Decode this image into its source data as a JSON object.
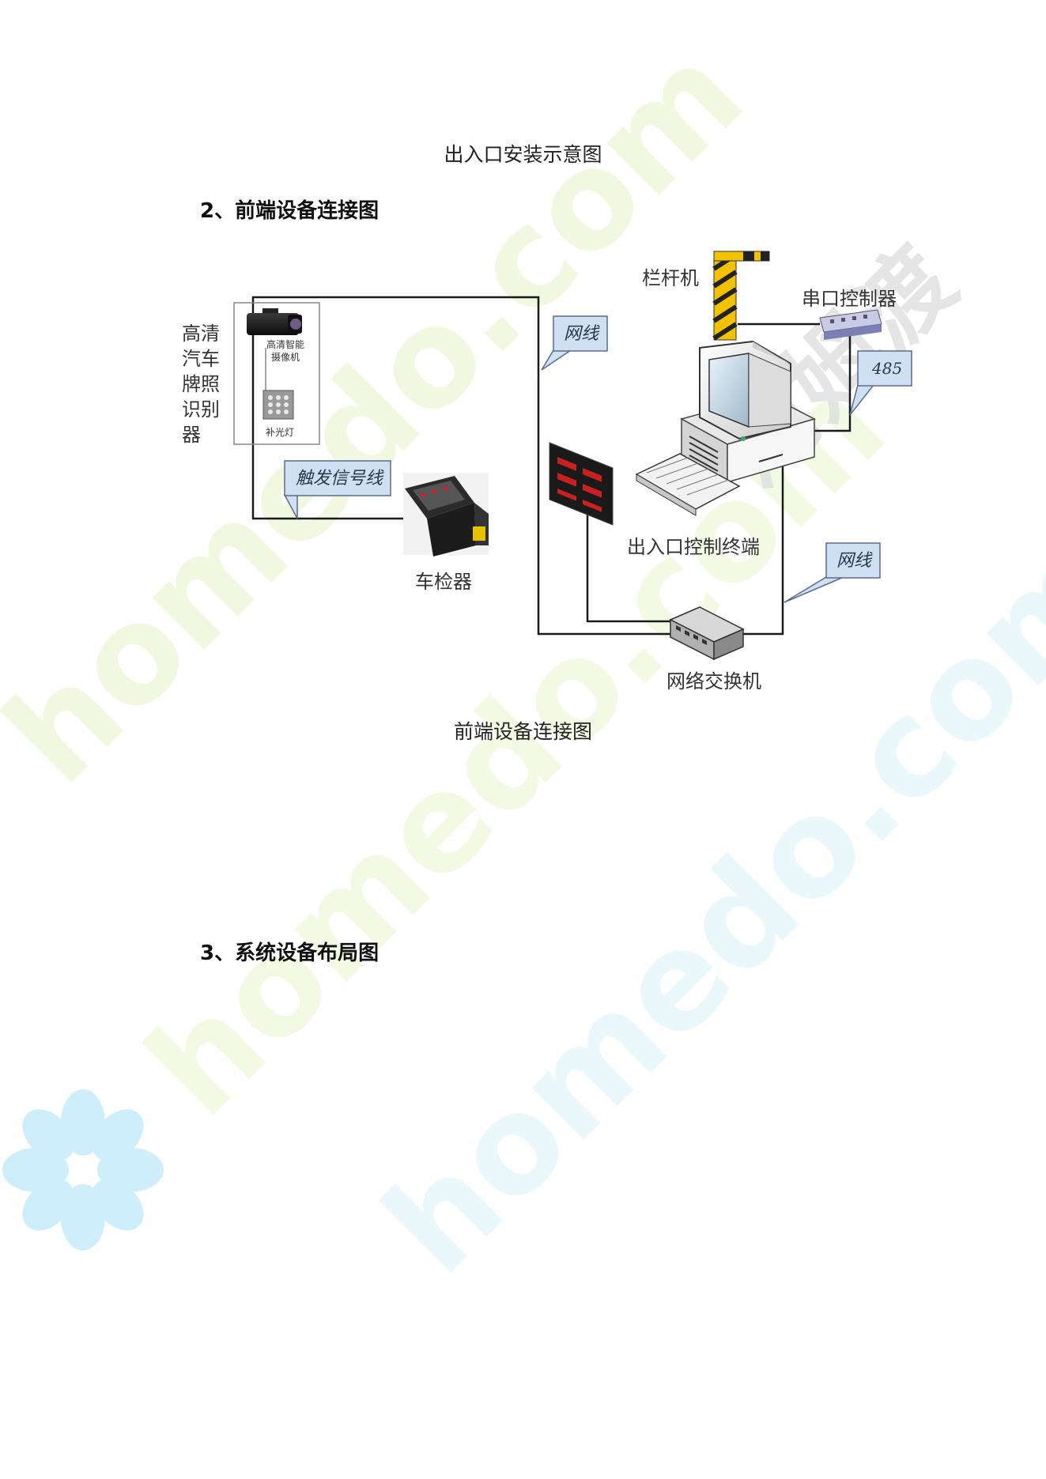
{
  "document": {
    "caption_top": "出入口安装示意图",
    "heading_2": "2、前端设备连接图",
    "caption_diagram": "前端设备连接图",
    "heading_3": "3、系统设备布局图"
  },
  "diagram": {
    "lpr_label": [
      "高清",
      "汽车",
      "牌照",
      "识别",
      "器"
    ],
    "camera_label_1": "高清智能",
    "camera_label_2": "摄像机",
    "fill_light_label": "补光灯",
    "trigger_callout": "触发信号线",
    "vehicle_detector_label": "车检器",
    "network_callout_1": "网线",
    "barrier_label": "栏杆机",
    "serial_controller_label": "串口控制器",
    "rs485_callout": "485",
    "terminal_label": "出入口控制终端",
    "network_callout_2": "网线",
    "switch_label": "网络交换机"
  },
  "watermark": {
    "text": "homedo.com",
    "brand": "河姆渡"
  },
  "colors": {
    "callout_fill": "#cfe0f3",
    "callout_border": "#5a6b8c",
    "barrier_yellow": "#f2c200",
    "watermark_blue": "#cdeefa",
    "watermark_green": "#eef7d8",
    "display_red": "#c8201e"
  }
}
